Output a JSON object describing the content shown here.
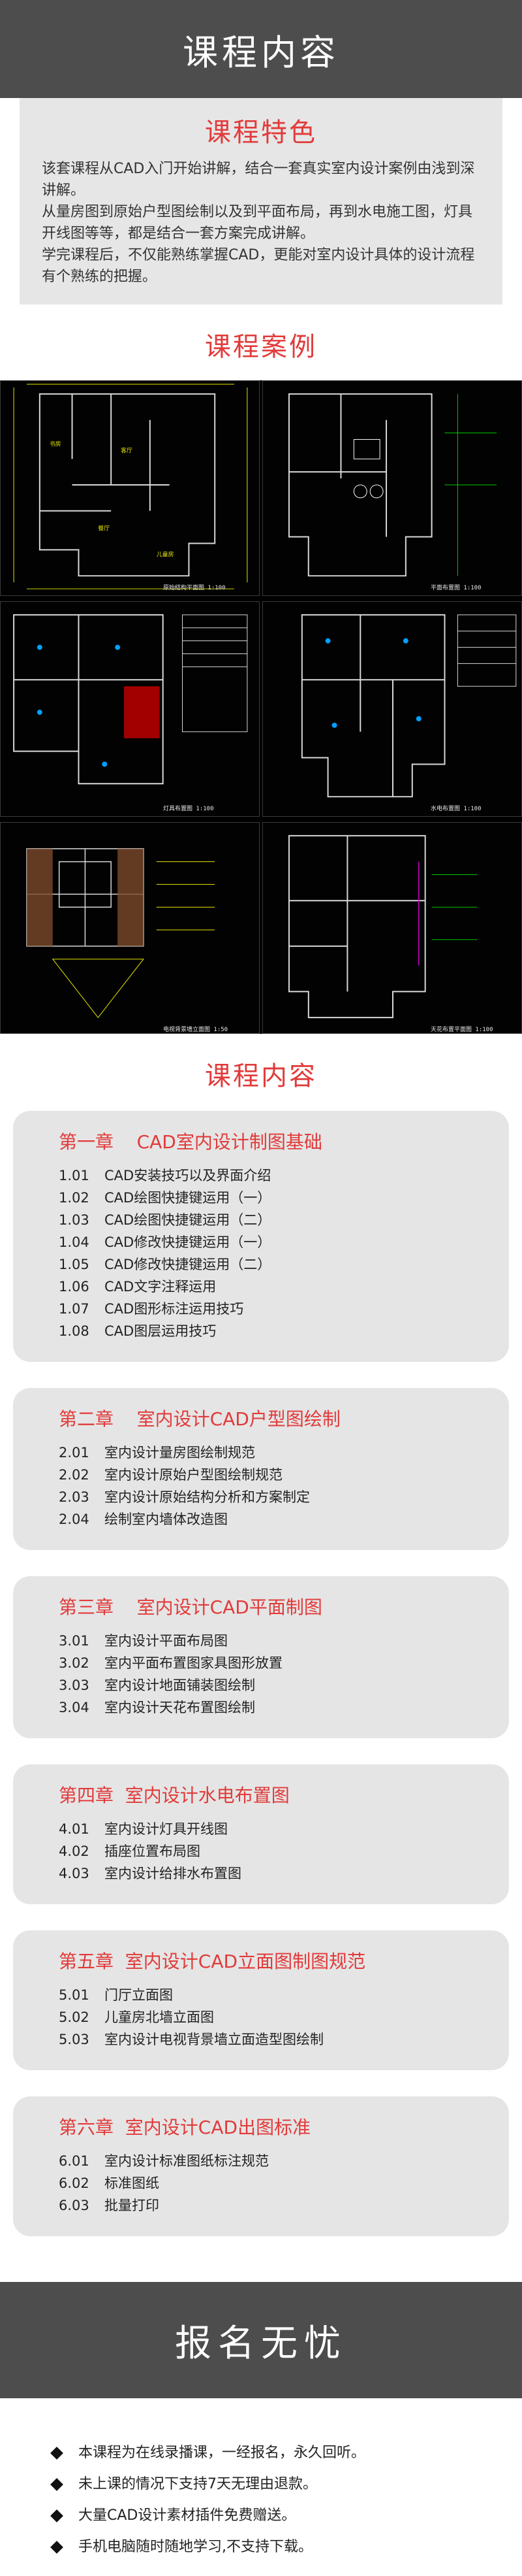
{
  "header": {
    "title": "课程内容"
  },
  "features": {
    "title": "课程特色",
    "paragraphs": [
      "该套课程从CAD入门开始讲解，结合一套真实室内设计案例由浅到深讲解。",
      "从量房图到原始户型图绘制以及到平面布局，再到水电施工图，灯具开线图等等，都是结合一套方案完成讲解。",
      "学完课程后，不仅能熟练掌握CAD，更能对室内设计具体的设计流程有个熟练的把握。"
    ]
  },
  "cases": {
    "title": "课程案例",
    "captions": [
      "原始结构平面图 1:100",
      "平面布置图 1:100",
      "灯具布置图 1:100",
      "水电布置图 1:100",
      "电视背景墙立面图 1:50",
      "天花布置平面图 1:100"
    ]
  },
  "curriculum": {
    "title": "课程内容",
    "chapters": [
      {
        "title": "第一章    CAD室内设计制图基础",
        "lessons": [
          {
            "num": "1.01",
            "text": "CAD安装技巧以及界面介绍"
          },
          {
            "num": "1.02",
            "text": "CAD绘图快捷键运用（一）"
          },
          {
            "num": "1.03",
            "text": "CAD绘图快捷键运用（二）"
          },
          {
            "num": "1.04",
            "text": "CAD修改快捷键运用（一）"
          },
          {
            "num": "1.05",
            "text": "CAD修改快捷键运用（二）"
          },
          {
            "num": "1.06",
            "text": "CAD文字注释运用"
          },
          {
            "num": "1.07",
            "text": "CAD图形标注运用技巧"
          },
          {
            "num": "1.08",
            "text": "CAD图层运用技巧"
          }
        ]
      },
      {
        "title": "第二章    室内设计CAD户型图绘制",
        "lessons": [
          {
            "num": "2.01",
            "text": "室内设计量房图绘制规范"
          },
          {
            "num": "2.02",
            "text": "室内设计原始户型图绘制规范"
          },
          {
            "num": "2.03",
            "text": "室内设计原始结构分析和方案制定"
          },
          {
            "num": "2.04",
            "text": "绘制室内墙体改造图"
          }
        ]
      },
      {
        "title": "第三章    室内设计CAD平面制图",
        "lessons": [
          {
            "num": "3.01",
            "text": "室内设计平面布局图"
          },
          {
            "num": "3.02",
            "text": "室内平面布置图家具图形放置"
          },
          {
            "num": "3.03",
            "text": "室内设计地面铺装图绘制"
          },
          {
            "num": "3.04",
            "text": "室内设计天花布置图绘制"
          }
        ]
      },
      {
        "title": "第四章  室内设计水电布置图",
        "lessons": [
          {
            "num": "4.01",
            "text": "室内设计灯具开线图"
          },
          {
            "num": "4.02",
            "text": "插座位置布局图"
          },
          {
            "num": "4.03",
            "text": "室内设计给排水布置图"
          }
        ]
      },
      {
        "title": "第五章  室内设计CAD立面图制图规范",
        "lessons": [
          {
            "num": "5.01",
            "text": "门厅立面图"
          },
          {
            "num": "5.02",
            "text": "儿童房北墙立面图"
          },
          {
            "num": "5.03",
            "text": "室内设计电视背景墙立面造型图绘制"
          }
        ]
      },
      {
        "title": "第六章  室内设计CAD出图标准",
        "lessons": [
          {
            "num": "6.01",
            "text": "室内设计标准图纸标注规范"
          },
          {
            "num": "6.02",
            "text": "标准图纸"
          },
          {
            "num": "6.03",
            "text": "批量打印"
          }
        ]
      }
    ]
  },
  "footer": {
    "title": "报名无忧",
    "bullets": [
      "本课程为在线录播课，一经报名，永久回听。",
      "未上课的情况下支持7天无理由退款。",
      "大量CAD设计素材插件免费赠送。",
      "手机电脑随时随地学习,不支持下载。"
    ]
  },
  "colors": {
    "accent": "#e23a3a",
    "banner": "#4d4d4d",
    "box": "#e6e6e6",
    "cad_bg": "#000000"
  }
}
